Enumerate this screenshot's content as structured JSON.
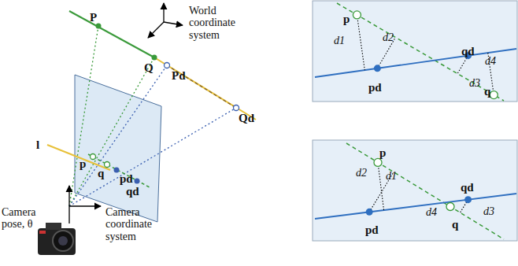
{
  "diagram": {
    "labels": [
      "World coordinate system",
      "P",
      "Q",
      "Pd",
      "Qd",
      "l",
      "p",
      "q",
      "pd",
      "qd",
      "Camera pose, θ",
      "Camera coordinate system",
      "p",
      "d1",
      "d2",
      "qd",
      "pd",
      "d3",
      "d4",
      "q",
      "p",
      "d2",
      "d1",
      "qd",
      "pd",
      "d4",
      "d3",
      "q"
    ]
  }
}
